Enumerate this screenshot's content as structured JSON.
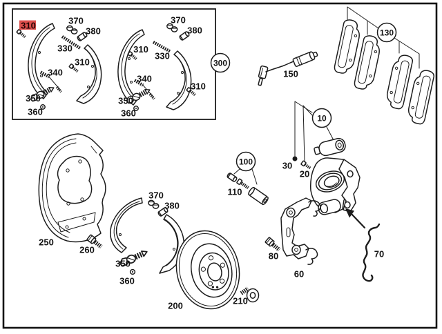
{
  "colors": {
    "background": "#ffffff",
    "line": "#1c1c1c",
    "highlight_bg": "#dd4f4c"
  },
  "part_labels": [
    {
      "id": "label-310-highlighted",
      "text": "310",
      "highlighted": true
    },
    {
      "id": "label-370-a",
      "text": "370"
    },
    {
      "id": "label-380-a",
      "text": "380"
    },
    {
      "id": "label-330-a",
      "text": "330"
    },
    {
      "id": "label-310-a2",
      "text": "310"
    },
    {
      "id": "label-340-a",
      "text": "340"
    },
    {
      "id": "label-350-a",
      "text": "350"
    },
    {
      "id": "label-360-a",
      "text": "360"
    },
    {
      "id": "label-310-b",
      "text": "310"
    },
    {
      "id": "label-330-b",
      "text": "330"
    },
    {
      "id": "label-370-b",
      "text": "370"
    },
    {
      "id": "label-380-b",
      "text": "380"
    },
    {
      "id": "label-340-b",
      "text": "340"
    },
    {
      "id": "label-310-b2",
      "text": "310"
    },
    {
      "id": "label-350-b",
      "text": "350"
    },
    {
      "id": "label-360-b",
      "text": "360"
    },
    {
      "id": "callout-300",
      "text": "300"
    },
    {
      "id": "callout-130",
      "text": "130"
    },
    {
      "id": "label-150",
      "text": "150"
    },
    {
      "id": "callout-10",
      "text": "10"
    },
    {
      "id": "label-30",
      "text": "30"
    },
    {
      "id": "label-20",
      "text": "20"
    },
    {
      "id": "callout-100",
      "text": "100"
    },
    {
      "id": "label-110",
      "text": "110"
    },
    {
      "id": "label-250",
      "text": "250"
    },
    {
      "id": "label-260",
      "text": "260"
    },
    {
      "id": "label-370-c",
      "text": "370"
    },
    {
      "id": "label-380-c",
      "text": "380"
    },
    {
      "id": "label-350-c",
      "text": "350"
    },
    {
      "id": "label-360-c",
      "text": "360"
    },
    {
      "id": "label-200",
      "text": "200"
    },
    {
      "id": "label-210",
      "text": "210"
    },
    {
      "id": "label-80",
      "text": "80"
    },
    {
      "id": "label-60",
      "text": "60"
    },
    {
      "id": "label-70",
      "text": "70"
    }
  ]
}
